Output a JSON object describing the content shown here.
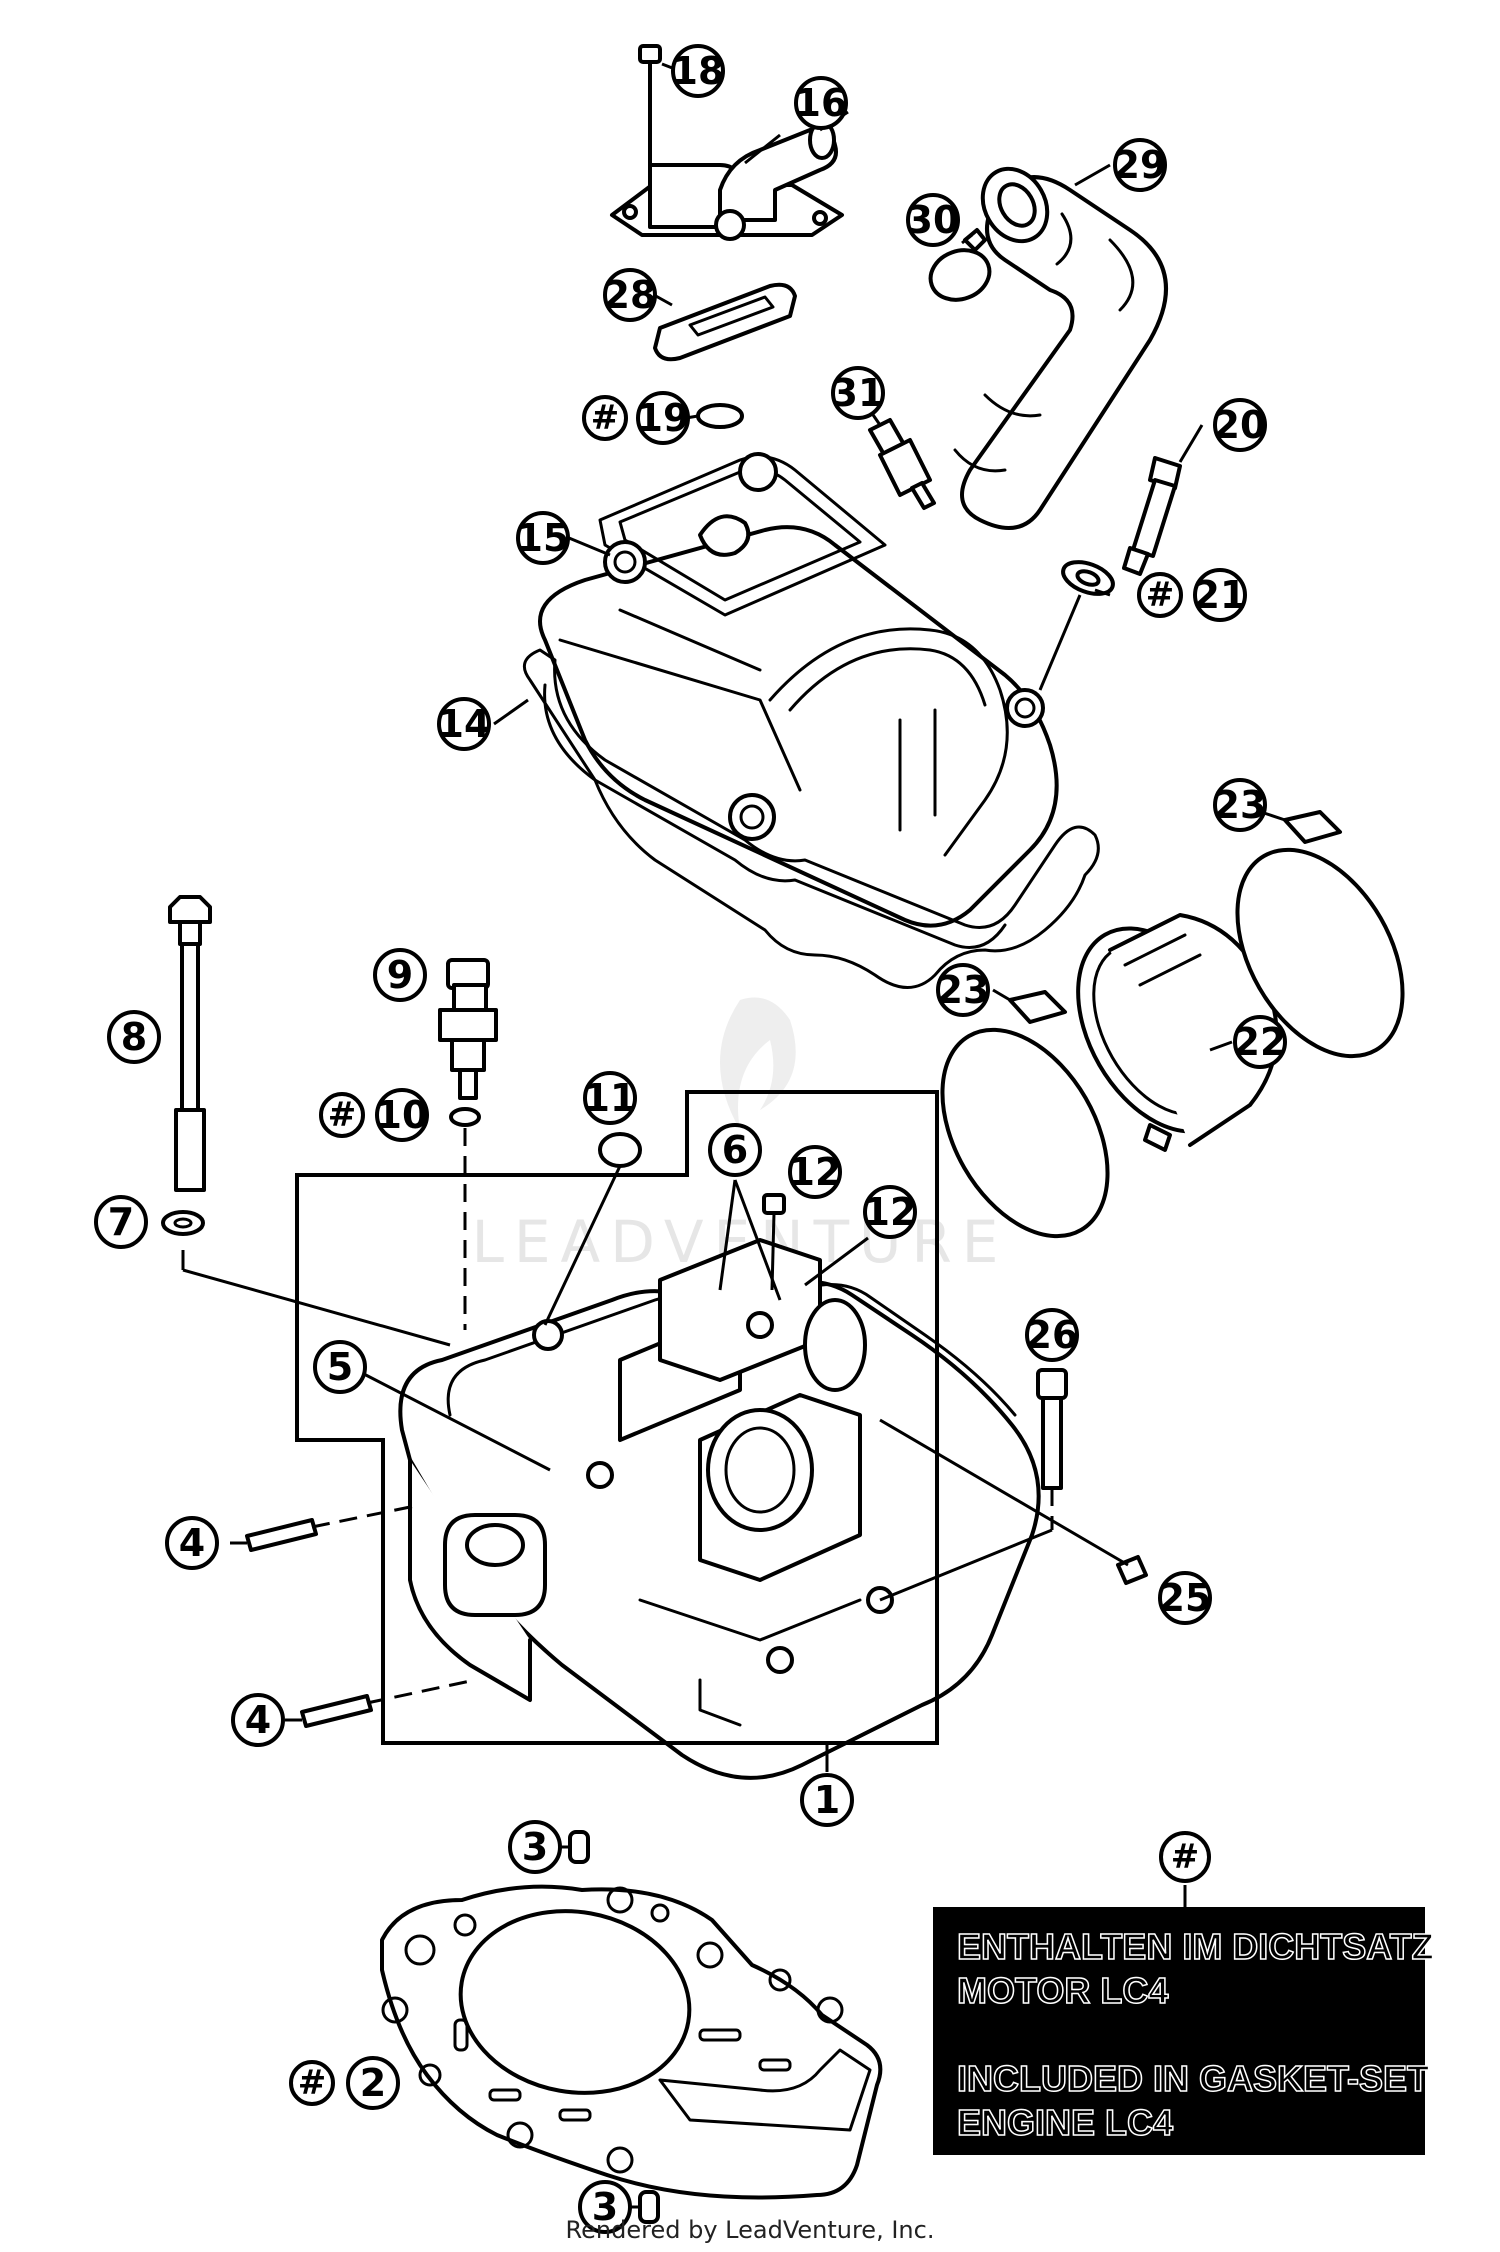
{
  "callouts": {
    "c1": "1",
    "c2": "2",
    "c3a": "3",
    "c3b": "3",
    "c4a": "4",
    "c4b": "4",
    "c5": "5",
    "c6": "6",
    "c7": "7",
    "c8": "8",
    "c9": "9",
    "c10": "10",
    "c11": "11",
    "c12a": "12",
    "c12b": "12",
    "c14": "14",
    "c15": "15",
    "c16": "16",
    "c18": "18",
    "c19": "19",
    "c20": "20",
    "c21": "21",
    "c22": "22",
    "c23a": "23",
    "c23b": "23",
    "c25": "25",
    "c26": "26",
    "c28": "28",
    "c29": "29",
    "c30": "30",
    "c31": "31"
  },
  "hash_symbol": "#",
  "note": {
    "line1": "ENTHALTEN IM DICHTSATZ",
    "line2": "MOTOR LC4",
    "line3": "INCLUDED IN GASKET-SET",
    "line4": "ENGINE LC4"
  },
  "watermark": "LEADVENTURE",
  "footer": "Rendered by LeadVenture, Inc."
}
